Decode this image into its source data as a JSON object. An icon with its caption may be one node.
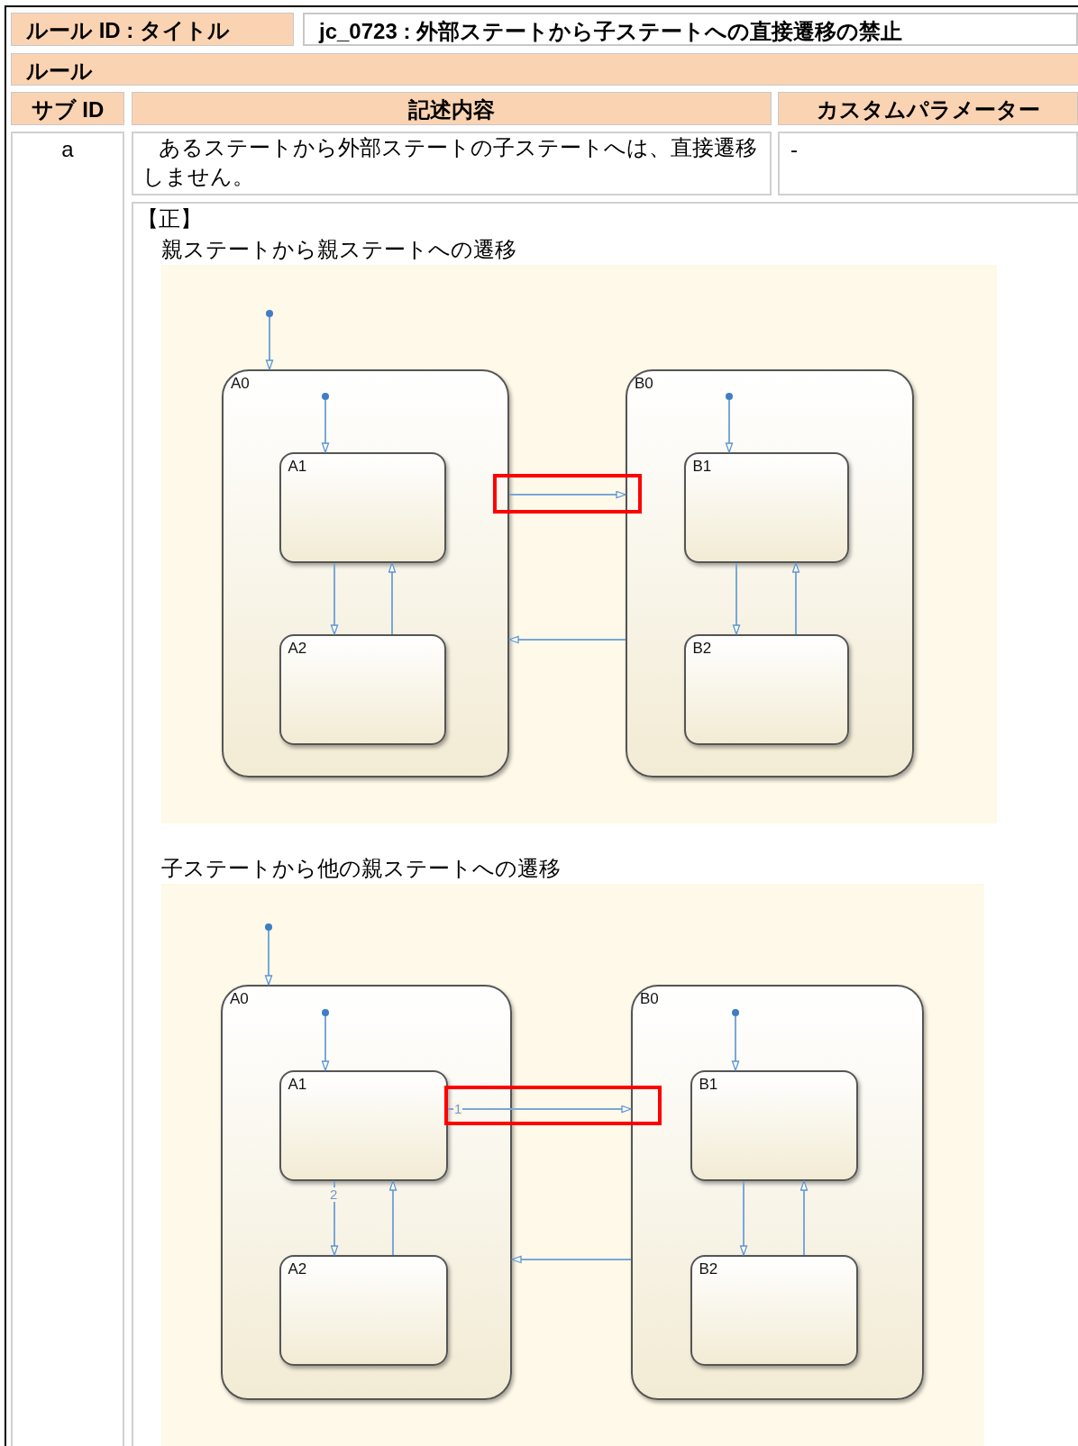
{
  "diagram": {
    "nodes": [
      {
        "text": [
          "A0"
        ]
      },
      {
        "text": [
          "A1"
        ],
        "in": 0
      },
      {
        "text": [
          "A2"
        ],
        "in": 0
      },
      {
        "text": [
          "B0"
        ]
      },
      {
        "text": [
          "B1"
        ],
        "in": 3
      },
      {
        "text": [
          "B2"
        ],
        "in": 3
      },
      {
        "text": [],
        "shape": "circle"
      },
      {
        "text": [],
        "shape": "circle",
        "in": 0
      },
      {
        "text": [],
        "shape": "circle",
        "in": 3
      },
      {
        "text": [
          "A0"
        ]
      },
      {
        "text": [
          "A1"
        ],
        "in": 9
      },
      {
        "text": [
          "A2"
        ],
        "in": 9
      },
      {
        "text": [
          "B0"
        ]
      },
      {
        "text": [
          "B1"
        ],
        "in": 12
      },
      {
        "text": [
          "B2"
        ],
        "in": 12
      },
      {
        "text": [],
        "shape": "circle"
      },
      {
        "text": [],
        "shape": "circle",
        "in": 9
      },
      {
        "text": [],
        "shape": "circle",
        "in": 12
      }
    ],
    "edges": [
      {
        "from": 6,
        "to": 0,
        "arrow": "to"
      },
      {
        "from": 7,
        "to": 1,
        "arrow": "to"
      },
      {
        "from": 8,
        "to": 4,
        "arrow": "to"
      },
      {
        "from": 1,
        "to": 2,
        "arrow": "to"
      },
      {
        "from": 2,
        "to": 1,
        "arrow": "to"
      },
      {
        "from": 0,
        "to": 3,
        "arrow": "to"
      },
      {
        "from": 3,
        "to": 0,
        "arrow": "to"
      },
      {
        "from": 4,
        "to": 5,
        "arrow": "to"
      },
      {
        "from": 5,
        "to": 4,
        "arrow": "to"
      },
      {
        "from": 15,
        "to": 9,
        "arrow": "to"
      },
      {
        "from": 16,
        "to": 10,
        "arrow": "to"
      },
      {
        "from": 17,
        "to": 13,
        "arrow": "to"
      },
      {
        "from": 10,
        "to": 11,
        "arrow": "to",
        "label": "2"
      },
      {
        "from": 11,
        "to": 10,
        "arrow": "to"
      },
      {
        "from": 10,
        "to": 12,
        "arrow": "to",
        "label": "1"
      },
      {
        "from": 12,
        "to": 9,
        "arrow": "to"
      },
      {
        "from": 13,
        "to": 14,
        "arrow": "to"
      },
      {
        "from": 14,
        "to": 13,
        "arrow": "to"
      }
    ],
    "labels": [
      "ルール ID : タイトル",
      "jc_0723 : 外部ステートから子ステートへの直接遷移の禁止",
      "ルール",
      "サブ ID",
      "記述内容",
      "カスタムパラメーター",
      "a",
      "あるステートから外部ステートの子ステートへは、直接遷移しません。",
      "-",
      "【正】",
      "親ステートから親ステートへの遷移",
      "子ステートから他の親ステートへの遷移"
    ]
  }
}
